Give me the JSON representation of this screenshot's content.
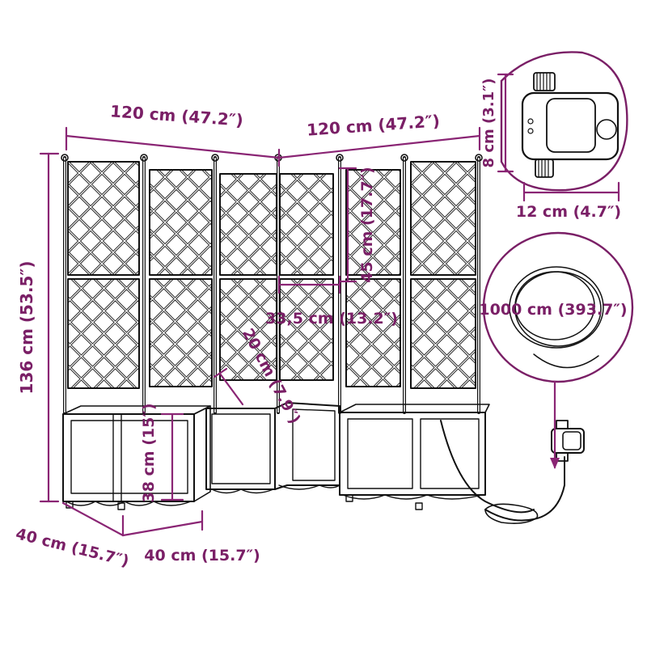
{
  "colors": {
    "dimension": "#7a1f66",
    "drawing": "#111111",
    "background": "#ffffff"
  },
  "dimensions": {
    "width_left": "120 cm (47.2″)",
    "width_right": "120 cm (47.2″)",
    "height_total": "136 cm (53.5″)",
    "depth_left": "40 cm (15.7″)",
    "depth_front": "40 cm (15.7″)",
    "box_height": "38 cm (15″)",
    "inner_depth": "20 cm (7.9″)",
    "grid_width": "33,5 cm (13.2″)",
    "grid_height": "45 cm (17.7″)",
    "timer_height": "8 cm (3.1″)",
    "timer_width": "12 cm (4.7″)",
    "hose_length": "1000 cm (393.7″)"
  },
  "icons": [
    "water-timer-icon",
    "hose-coil-icon",
    "planter-trellis-drawing"
  ]
}
